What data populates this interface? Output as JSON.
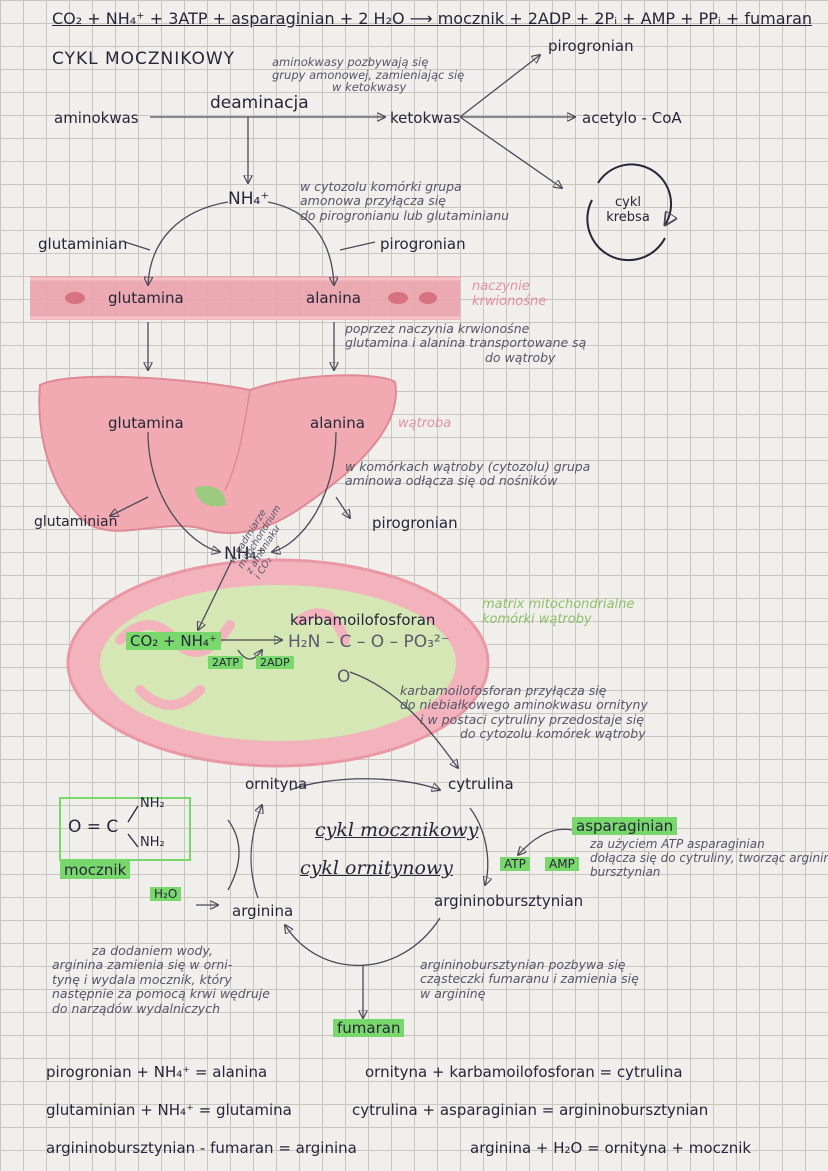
{
  "equation": "CO₂ + NH₄⁺ + 3ATP + asparaginian + 2 H₂O ⟶ mocznik + 2ADP + 2Pᵢ + AMP + PPᵢ + fumaran",
  "title": "CYKL MOCZNIKOWY",
  "notes": {
    "aminokwasy_note": [
      "aminokwasy pozbywają się",
      "grupy amonowej, zamieniając się",
      "w ketokwasy"
    ],
    "cytozol_note": [
      "w cytozolu komórki grupa",
      "amonowa przyłącza się",
      "do pirogronianu lub glutaminianu"
    ],
    "transport_note": [
      "poprzez naczynia krwionośne",
      "glutamina i alanina transportowane są",
      "do wątroby"
    ],
    "hepatocyte_note": [
      "w komórkach wątroby (cytozolu) grupa",
      "aminowa odłącza się od nośników"
    ],
    "karbamoil_note": [
      "karbamoilofosforan przyłącza się",
      "do niebiałkowego aminokwasu ornityny",
      "i w postaci cytruliny przedostaje się",
      "do cytozolu komórek wątroby"
    ],
    "asparaginian_note": [
      "za użyciem ATP asparaginian",
      "dołącza się do cytruliny, tworząc arginino-",
      "bursztynian"
    ],
    "arginino_note": [
      "argininobursztynian pozbywa się",
      "cząsteczki fumaranu i zamienia się",
      "w argininę"
    ],
    "arginina_note": [
      "za dodaniem wody,",
      "arginina zamienia się w orni-",
      "tynę i wydala mocznik, który",
      "następnie za pomocą krwi wędruje",
      "do narządów wydalniczych"
    ],
    "arrow_note": [
      "w nadmiarze",
      "mitochondrium",
      "z amoniaku",
      "i CO₂"
    ]
  },
  "labels": {
    "aminokwas": "aminokwas",
    "deaminacja": "deaminacja",
    "ketokwas": "ketokwas",
    "pirogronian_top": "pirogronian",
    "acetylo_coa": "acetylo - CoA",
    "cykl_krebsa": "cykl krebsa",
    "nh4_top": "NH₄⁺",
    "glutaminian": "glutaminian",
    "pirogronian_mid": "pirogronian",
    "glutamina_vessel": "glutamina",
    "alanina_vessel": "alanina",
    "naczynie": "naczynie krwionośne",
    "glutamina_liver": "glutamina",
    "alanina_liver": "alanina",
    "watroba": "wątroba",
    "glutaminian_liver": "glutaminian",
    "pirogronian_liver": "pirogronian",
    "nh4_liver": "NH₄⁺",
    "karbamoilofosforan": "karbamoilofosforan",
    "matrix": "matrix mitochondrialne komórki wątroby",
    "co2_nh4": "CO₂ + NH₄⁺",
    "atp2": "2ATP",
    "adp2": "2ADP",
    "formula": "H₂N – C – O – PO₃²⁻",
    "oxygen": "O",
    "ornityna": "ornityna",
    "cytrulina": "cytrulina",
    "asparaginian": "asparaginian",
    "cykl1": "cykl mocznikowy",
    "cykl2": "cykl ornitynowy",
    "atp": "ATP",
    "amp": "AMP",
    "arginina": "arginina",
    "argininobursztynian": "argininobursztynian",
    "urea_formula": "O = C",
    "nh2a": "NH₂",
    "nh2b": "NH₂",
    "mocznik": "mocznik",
    "h2o": "H₂O",
    "fumaran": "fumaran"
  },
  "summary": [
    [
      "pirogronian + NH₄⁺ = alanina",
      "ornityna + karbamoilofosforan = cytrulina"
    ],
    [
      "glutaminian + NH₄⁺ = glutamina",
      "cytrulina + asparaginian = argininobursztynian"
    ],
    [
      "argininobursztynian - fumaran = arginina",
      "arginina + H₂O = ornityna + mocznik"
    ]
  ],
  "colors": {
    "vessel": "#e8a0aa",
    "liver": "#f2a9b1",
    "mito_membrane": "#f0a2ae",
    "matrix": "#cfe6ae",
    "highlight": "#79d86c",
    "ink": "#26263a"
  }
}
